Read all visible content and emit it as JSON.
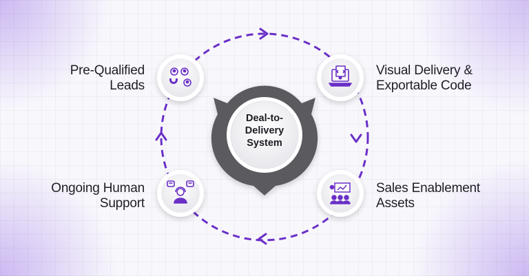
{
  "center": {
    "line1": "Deal-to-",
    "line2": "Delivery",
    "line3": "System"
  },
  "nodes": {
    "top_left": {
      "line1": "Pre-Qualified",
      "line2": "Leads",
      "icon": "magnet-people-icon"
    },
    "top_right": {
      "line1": "Visual Delivery &",
      "line2": "Exportable Code",
      "icon": "laptop-code-icon"
    },
    "bottom_right": {
      "line1": "Sales Enablement",
      "line2": "Assets",
      "icon": "presentation-team-icon"
    },
    "bottom_left": {
      "line1": "Ongoing Human",
      "line2": "Support",
      "icon": "support-agent-icon"
    }
  },
  "colors": {
    "accent": "#6a2fc7",
    "center_ring": "#5a5a5f",
    "text": "#1e1e24"
  }
}
